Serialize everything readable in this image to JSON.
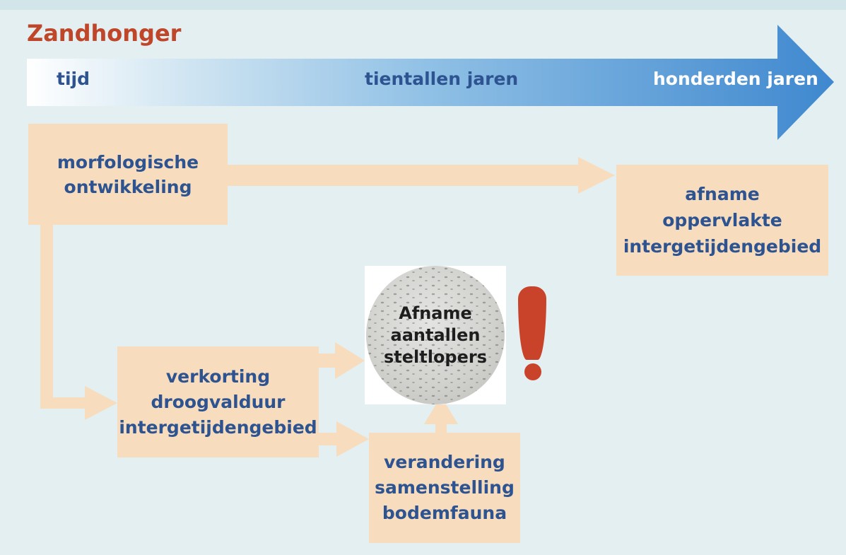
{
  "title": "Zandhonger",
  "timeline": {
    "start": "tijd",
    "middle": "tientallen jaren",
    "end": "honderden jaren"
  },
  "boxes": {
    "morphology": "morfologische\nontwikkeling",
    "area_decrease": "afname\noppervlakte\nintergetijdengebied",
    "dry_duration": "verkorting\ndroogvalduur\nintergetijdengebied",
    "benthic_fauna": "verandering\nsamenstelling\nbodemfauna"
  },
  "center": "Afname\naantallen\nsteltlopers",
  "colors": {
    "title": "#c0462a",
    "label": "#2d5391",
    "box": "#f7ddbd",
    "arrow": "#f7ddbd",
    "timeline_arrow": "#3f88cf",
    "exclamation": "#c9432b"
  }
}
